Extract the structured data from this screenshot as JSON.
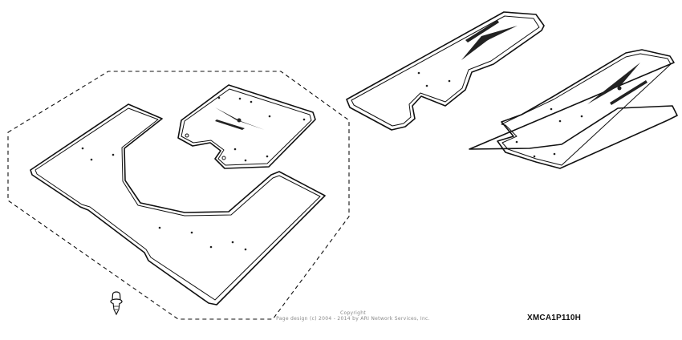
{
  "diagram": {
    "type": "parts-exploded-view",
    "parts": [
      {
        "id": "left-group",
        "description": "Floorboard mat set enclosed in dashed assembly boundary"
      },
      {
        "id": "upper-right-mat",
        "description": "Left floorboard mat with eagle emblem"
      },
      {
        "id": "lower-right-mat",
        "description": "Right floorboard mat with eagle emblem"
      },
      {
        "id": "push-rivet",
        "description": "Push-in fastener clip"
      }
    ],
    "colors": {
      "line": "#111111",
      "background": "#ffffff",
      "copyright_text": "#888888"
    }
  },
  "copyright": {
    "line1": "Copyright",
    "line2": "Page design (c) 2004 - 2014 by ARI Network Services, Inc."
  },
  "part_number": "XMCA1P110H"
}
